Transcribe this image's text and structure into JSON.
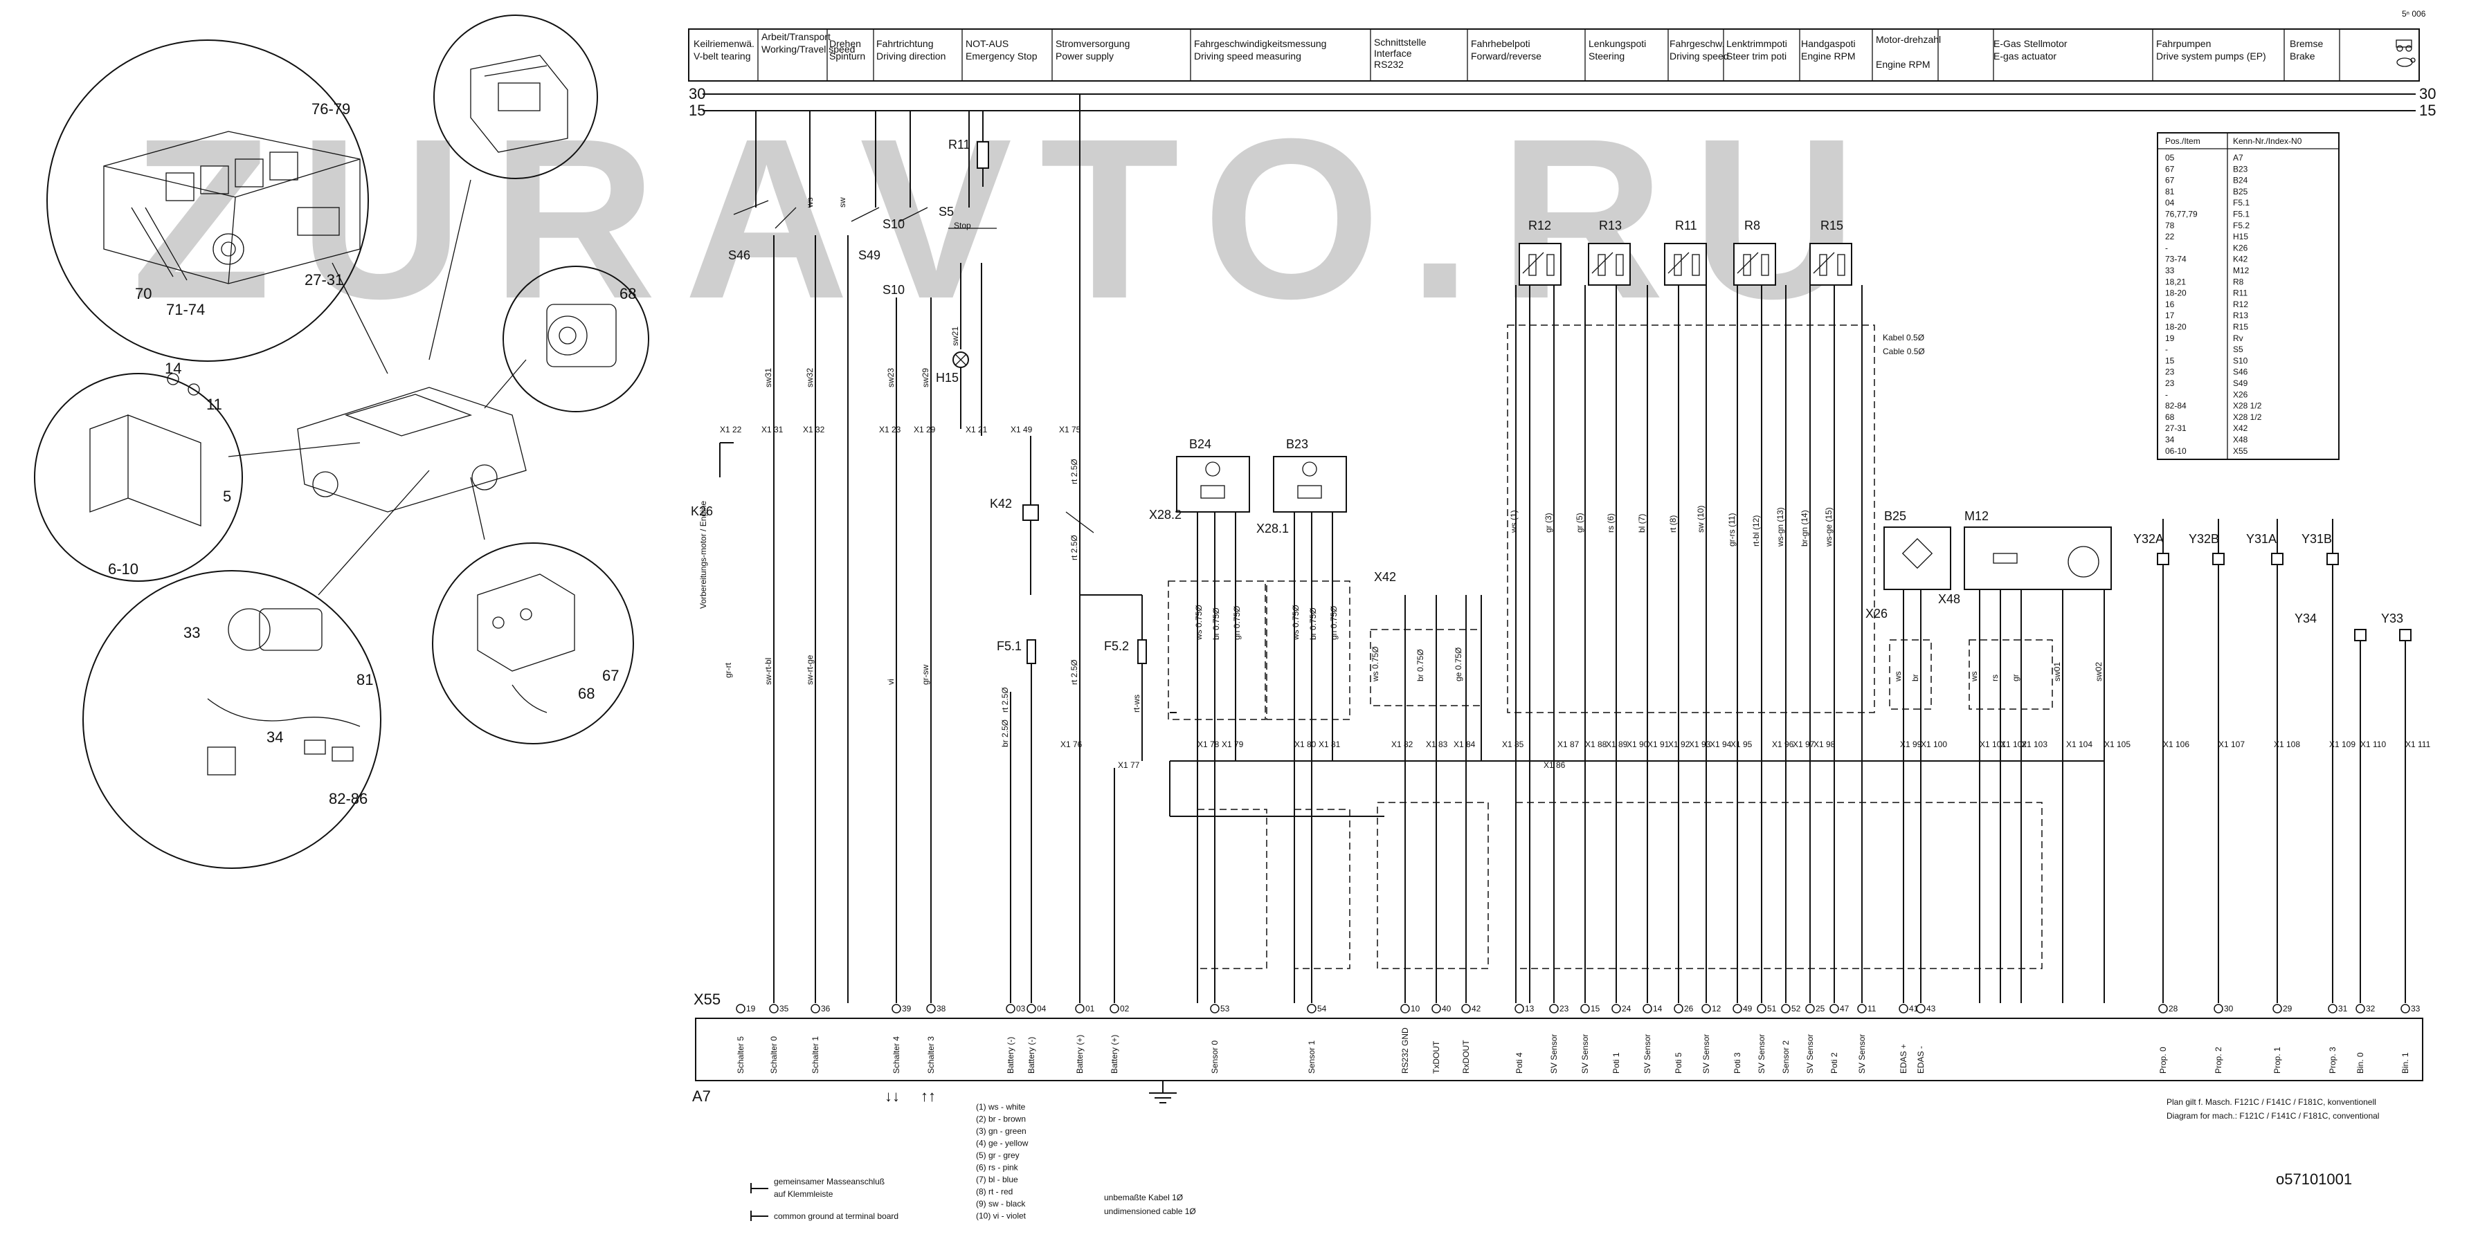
{
  "header": {
    "cells": [
      "Keilriemenwä.",
      "V-belt tearing",
      "Arbeit/Transport",
      "Working/Travel speed",
      "Drehen",
      "Spinturn",
      "Fahrtrichtung",
      "Driving direction",
      "NOT-AUS",
      "Emergency Stop",
      "Stromversorgung",
      "Power supply",
      "Fahrgeschwindigkeitsmessung",
      "Driving speed measuring",
      "Schnittstelle",
      "Interface",
      "RS232",
      "Fahrhebelpoti",
      "Forward/reverse",
      "Lenkungspoti",
      "Steering",
      "Fahrgeschw.",
      "Driving speed",
      "Lenktrimmpoti",
      "Steer trim poti",
      "Handgaspoti",
      "Engine RPM",
      "Motor-drehzahl",
      "Engine RPM",
      "E-Gas Stellmotor",
      "E-gas actuator",
      "Fahrpumpen",
      "Drive system pumps (EP)",
      "Bremse",
      "Brake"
    ]
  },
  "watermark": "ZURAVTO.RU",
  "page_corner": "5ⁿ 006",
  "rails": {
    "left_30": "30",
    "left_15": "15",
    "right_30": "30",
    "right_15": "15"
  },
  "callouts": [
    "76-79",
    "70",
    "71-74",
    "27-31",
    "68",
    "14",
    "11",
    "5",
    "6-10",
    "33",
    "81",
    "34",
    "82-86",
    "68",
    "67"
  ],
  "parts_table": {
    "headers": [
      "Pos./Item",
      "Kenn-Nr./Index-N0"
    ],
    "rows": [
      [
        "05",
        "A7"
      ],
      [
        "67",
        "B23"
      ],
      [
        "67",
        "B24"
      ],
      [
        "81",
        "B25"
      ],
      [
        "04",
        "F5.1"
      ],
      [
        "76,77,79",
        "F5.1"
      ],
      [
        "78",
        "F5.2"
      ],
      [
        "22",
        "H15"
      ],
      [
        "-",
        "K26"
      ],
      [
        "73-74",
        "K42"
      ],
      [
        "33",
        "M12"
      ],
      [
        "18,21",
        "R8"
      ],
      [
        "18-20",
        "R11"
      ],
      [
        "16",
        "R12"
      ],
      [
        "17",
        "R13"
      ],
      [
        "18-20",
        "R15"
      ],
      [
        "19",
        "Rv"
      ],
      [
        "-",
        "S5"
      ],
      [
        "15",
        "S10"
      ],
      [
        "23",
        "S46"
      ],
      [
        "23",
        "S49"
      ],
      [
        "-",
        "X26"
      ],
      [
        "82-84",
        "X28 1/2"
      ],
      [
        "68",
        "X28 1/2"
      ],
      [
        "27-31",
        "X42"
      ],
      [
        "34",
        "X48"
      ],
      [
        "06-10",
        "X55"
      ]
    ]
  },
  "components": {
    "R11": "R11",
    "S46": "S46",
    "S49": "S49",
    "S10": "S10",
    "S5": "S5",
    "S5_stop": "Stop",
    "S10b": "S10",
    "H15": "H15",
    "K26": "K26",
    "K42": "K42",
    "F51": "F5.1",
    "F52": "F5.2",
    "B24": "B24",
    "B23": "B23",
    "X282": "X28.2",
    "X281": "X28.1",
    "X42": "X42",
    "B25": "B25",
    "M12": "M12",
    "X26": "X26",
    "X48": "X48",
    "R12": "R12",
    "R13": "R13",
    "R11p": "R11",
    "R8": "R8",
    "R15": "R15",
    "Y32A": "Y32A",
    "Y32B": "Y32B",
    "Y31A": "Y31A",
    "Y31B": "Y31B",
    "Y34": "Y34",
    "Y33": "Y33",
    "X55": "X55",
    "A7": "A7",
    "engine_note": "Vorbereitungs-motor / Engine",
    "cable_de": "Kabel 0.5Ø",
    "cable_en": "Cable 0.5Ø"
  },
  "wires_top": [
    "sw21",
    "sw31",
    "sw32",
    "sw23",
    "sw29",
    "ws",
    "sw",
    "rt 2.5Ø",
    "rt 2.5Ø",
    "rt 2.5Ø"
  ],
  "connector_labels": [
    "X1 22",
    "X1 31",
    "X1 32",
    "X1 23",
    "X1 29",
    "X1 21",
    "X1 49",
    "X1 75",
    "X1 76",
    "X1 77",
    "X1 78",
    "X1 79",
    "X1 80",
    "X1 81",
    "X1 82",
    "X1 83",
    "X1 84",
    "X1 85",
    "X1 86",
    "X1 87",
    "X1 88",
    "X1 89",
    "X1 90",
    "X1 91",
    "X1 92",
    "X1 93",
    "X1 94",
    "X1 95",
    "X1 96",
    "X1 97",
    "X1 98",
    "X1 99",
    "X1 100",
    "X1 101",
    "X1 102",
    "X1 103",
    "X1 104",
    "X1 105",
    "X1 106",
    "X1 107",
    "X1 108",
    "X1 109",
    "X1 110",
    "X1 111"
  ],
  "wire_colors_mid": [
    "gr-rt",
    "sw-rt-bl",
    "sw-rt-ge",
    "vi",
    "gr-sw",
    "br 2.5Ø",
    "rt 2.5Ø",
    "rt-ws",
    "ws 0.75Ø",
    "br 0.75Ø",
    "gn 0.75Ø",
    "ws 0.75Ø",
    "br 0.75Ø",
    "gn 0.75Ø",
    "ws 0.75Ø",
    "br 0.75Ø",
    "ge 0.75Ø",
    "ws (1)",
    "gr (3)",
    "gr (5)",
    "rs (6)",
    "bl (7)",
    "rt (8)",
    "sw (10)",
    "gr-rs (11)",
    "rt-bl (12)",
    "ws-gn (13)",
    "br-gn (14)",
    "ws-ge (15)",
    "ws",
    "br",
    "ws",
    "rs",
    "gr",
    "sw01",
    "sw02"
  ],
  "terminals": [
    {
      "num": "19",
      "label": "Schalter 5"
    },
    {
      "num": "35",
      "label": "Schalter 0"
    },
    {
      "num": "36",
      "label": "Schalter 1"
    },
    {
      "num": "39",
      "label": "Schalter 4"
    },
    {
      "num": "38",
      "label": "Schalter 3"
    },
    {
      "num": "03",
      "label": "Battery (-)"
    },
    {
      "num": "04",
      "label": "Battery (-)"
    },
    {
      "num": "01",
      "label": "Battery (+)"
    },
    {
      "num": "02",
      "label": "Battery (+)"
    },
    {
      "num": "53",
      "label": "Sensor 0"
    },
    {
      "num": "54",
      "label": "Sensor 1"
    },
    {
      "num": "10",
      "label": "RS232 GND"
    },
    {
      "num": "40",
      "label": "TxDOUT"
    },
    {
      "num": "42",
      "label": "RxDOUT"
    },
    {
      "num": "13",
      "label": "Poti 4"
    },
    {
      "num": "23",
      "label": "SV Sensor"
    },
    {
      "num": "15",
      "label": "SV Sensor"
    },
    {
      "num": "24",
      "label": "Poti 1"
    },
    {
      "num": "14",
      "label": "SV Sensor"
    },
    {
      "num": "26",
      "label": "Poti 5"
    },
    {
      "num": "12",
      "label": "SV Sensor"
    },
    {
      "num": "49",
      "label": "Poti 3"
    },
    {
      "num": "51",
      "label": "SV Sensor"
    },
    {
      "num": "52",
      "label": "Sensor 2"
    },
    {
      "num": "25",
      "label": "SV Sensor"
    },
    {
      "num": "47",
      "label": "Poti 2"
    },
    {
      "num": "11",
      "label": "SV Sensor"
    },
    {
      "num": "41",
      "label": "EDAS +"
    },
    {
      "num": "43",
      "label": "EDAS -"
    },
    {
      "num": "28",
      "label": "Prop. 0"
    },
    {
      "num": "30",
      "label": "Prop. 2"
    },
    {
      "num": "29",
      "label": "Prop. 1"
    },
    {
      "num": "31",
      "label": "Prop. 3"
    },
    {
      "num": "32",
      "label": "Bin. 0"
    },
    {
      "num": "33",
      "label": "Bin. 1"
    }
  ],
  "legend_colors": [
    "(1) ws - white",
    "(2) br - brown",
    "(3) gn - green",
    "(4) ge - yellow",
    "(5) gr - grey",
    "(6) rs - pink",
    "(7) bl - blue",
    "(8) rt - red",
    "(9) sw - black",
    "(10) vi - violet"
  ],
  "notes": {
    "ground_de_1": "gemeinsamer Masseanschluß",
    "ground_de_2": "auf Klemmleiste",
    "ground_en": "common ground at terminal board",
    "cable_de": "unbemaßte Kabel 1Ø",
    "cable_en": "undimensioned cable 1Ø",
    "plan_de": "Plan gilt f. Masch. F121C / F141C / F181C, konventionell",
    "plan_en": "Diagram for mach.: F121C / F141C / F181C, conventional",
    "drawing_no": "o57101001"
  }
}
